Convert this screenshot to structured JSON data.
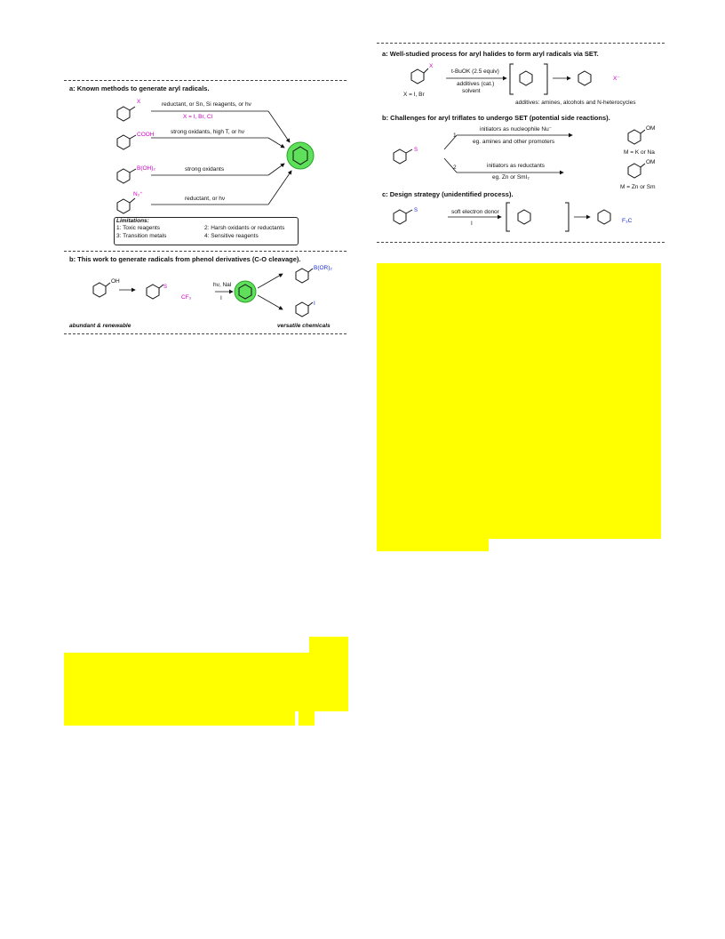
{
  "left_figure": {
    "panel_a_title": "a: Known methods to generate aryl radicals.",
    "sub_x": "X",
    "sub_cooh": "COOH",
    "sub_boh2": "B(OH)₂",
    "sub_n2": "N₂⁺",
    "arrow1_top": "reductant, or Sn, Si reagents, or hν",
    "arrow1_bottom": "X = I, Br, Cl",
    "arrow2_top": "strong oxidants, high T, or hν",
    "arrow3_top": "strong oxidants",
    "arrow4_top": "reductant, or hν",
    "limitations_title": "Limitations:",
    "lim1": "1: Toxic reagents",
    "lim2": "2: Harsh oxidants or reductants",
    "lim3": "3: Transition metals",
    "lim4": "4: Sensitive reagents",
    "panel_b_title": "b: This work to generate radicals from phenol derivatives (C-O cleavage).",
    "oh": "OH",
    "tf_label": "CF₃",
    "cond_top": "hν, NaI",
    "cond_bottom": "I",
    "prod_boron": "B(OR)₂",
    "prod_iodo": "I",
    "caption_left": "abundant & renewable",
    "caption_right": "versatile chemicals"
  },
  "right_figure": {
    "panel_a_title": "a: Well-studied process for aryl halides to form aryl radicals via SET.",
    "x_label": "X",
    "cond_top": "t-BuOK (2.5 equiv)",
    "cond_mid": "additives (cat.)",
    "cond_bottom": "solvent",
    "x_def": "X = I, Br",
    "additives": "additives: amines, alcohols and N-heterocycles",
    "anion": "X⁻",
    "panel_b_title": "b: Challenges for aryl triflates to undergo SET (potential side reactions).",
    "path1_top": "initiators as nucleophile Nu⁻",
    "path1_bottom": "eg. amines and other promoters",
    "path1_num": "1",
    "path1_product_m": "M = K or Na",
    "path2_top": "initiators as reductants",
    "path2_bottom": "eg. Zn or SmI₂",
    "path2_num": "2",
    "path2_product_m": "M = Zn or Sm",
    "om": "OM",
    "panel_c_title": "c: Design strategy (unidentified process).",
    "c_cond_top": "soft electron donor",
    "c_cond_bottom": "I",
    "f3c": "F₃C"
  }
}
